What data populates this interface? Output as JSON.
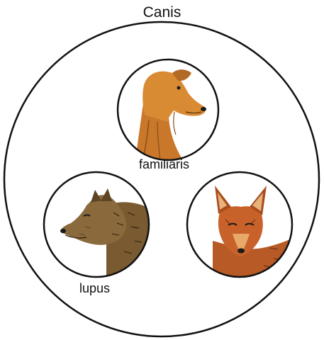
{
  "genus": {
    "name": "Canis"
  },
  "species": [
    {
      "label": "familiaris",
      "picture": "dog-head-illustration"
    },
    {
      "label": "lupus",
      "picture": "wolf-head-illustration"
    },
    {
      "label": "",
      "picture": "jackal-head-illustration"
    }
  ],
  "colors": {
    "outline": "#111111",
    "dog_fur": "#d98b33",
    "wolf_fur": "#8a6a3c",
    "jackal_fur": "#c8622a",
    "background": "#ffffff"
  }
}
